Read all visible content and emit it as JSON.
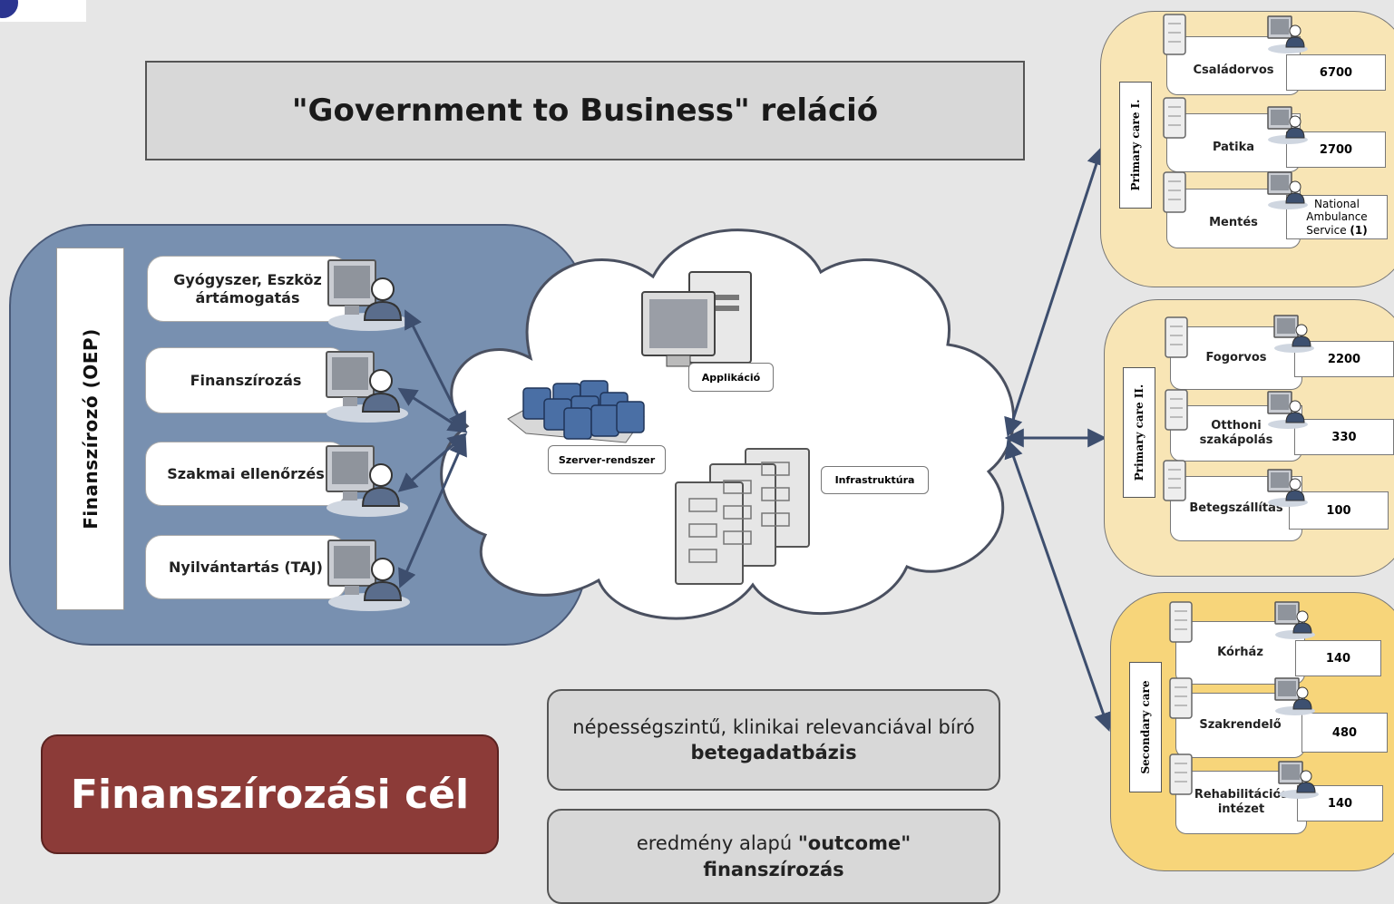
{
  "title": "\"Government to Business\" reláció",
  "oep": {
    "label": "Finanszírozó (OEP)",
    "services": [
      "Gyógyszer, Eszköz ártámogatás",
      "Finanszírozás",
      "Szakmai ellenőrzés",
      "Nyilvántartás (TAJ)"
    ]
  },
  "cloud": {
    "labels": {
      "application": "Applikáció",
      "server": "Szerver-rendszer",
      "infrastructure": "Infrastruktúra"
    }
  },
  "groups": [
    {
      "label": "Primary care I.",
      "entries": [
        {
          "name": "Családorvos",
          "count": "6700"
        },
        {
          "name": "Patika",
          "count": "2700"
        },
        {
          "name": "Mentés",
          "count_prefix": "National Ambulance Service",
          "count_bold": "(1)"
        }
      ]
    },
    {
      "label": "Primary care II.",
      "entries": [
        {
          "name": "Fogorvos",
          "count": "2200"
        },
        {
          "name": "Otthoni szakápolás",
          "count": "330"
        },
        {
          "name": "Betegszállítás",
          "count": "100"
        }
      ]
    },
    {
      "label": "Secondary care",
      "entries": [
        {
          "name": "Kórház",
          "count": "140"
        },
        {
          "name": "Szakrendelő",
          "count": "480"
        },
        {
          "name": "Rehabilitációs intézet",
          "count": "140"
        }
      ]
    }
  ],
  "goal": "Finanszírozási cél",
  "info1": {
    "text": "népességszintű, klinikai relevanciával bíró",
    "bold": "betegadatbázis"
  },
  "info2": {
    "text": "eredmény alapú",
    "bold_quote": "\"outcome\"",
    "bold2": "finanszírozás"
  },
  "colors": {
    "panel": "#7890b0",
    "group_light": "#f8e5b5",
    "group_dark": "#f7d57a",
    "goal": "#8c3b38",
    "arrow": "#3d4e6e"
  }
}
